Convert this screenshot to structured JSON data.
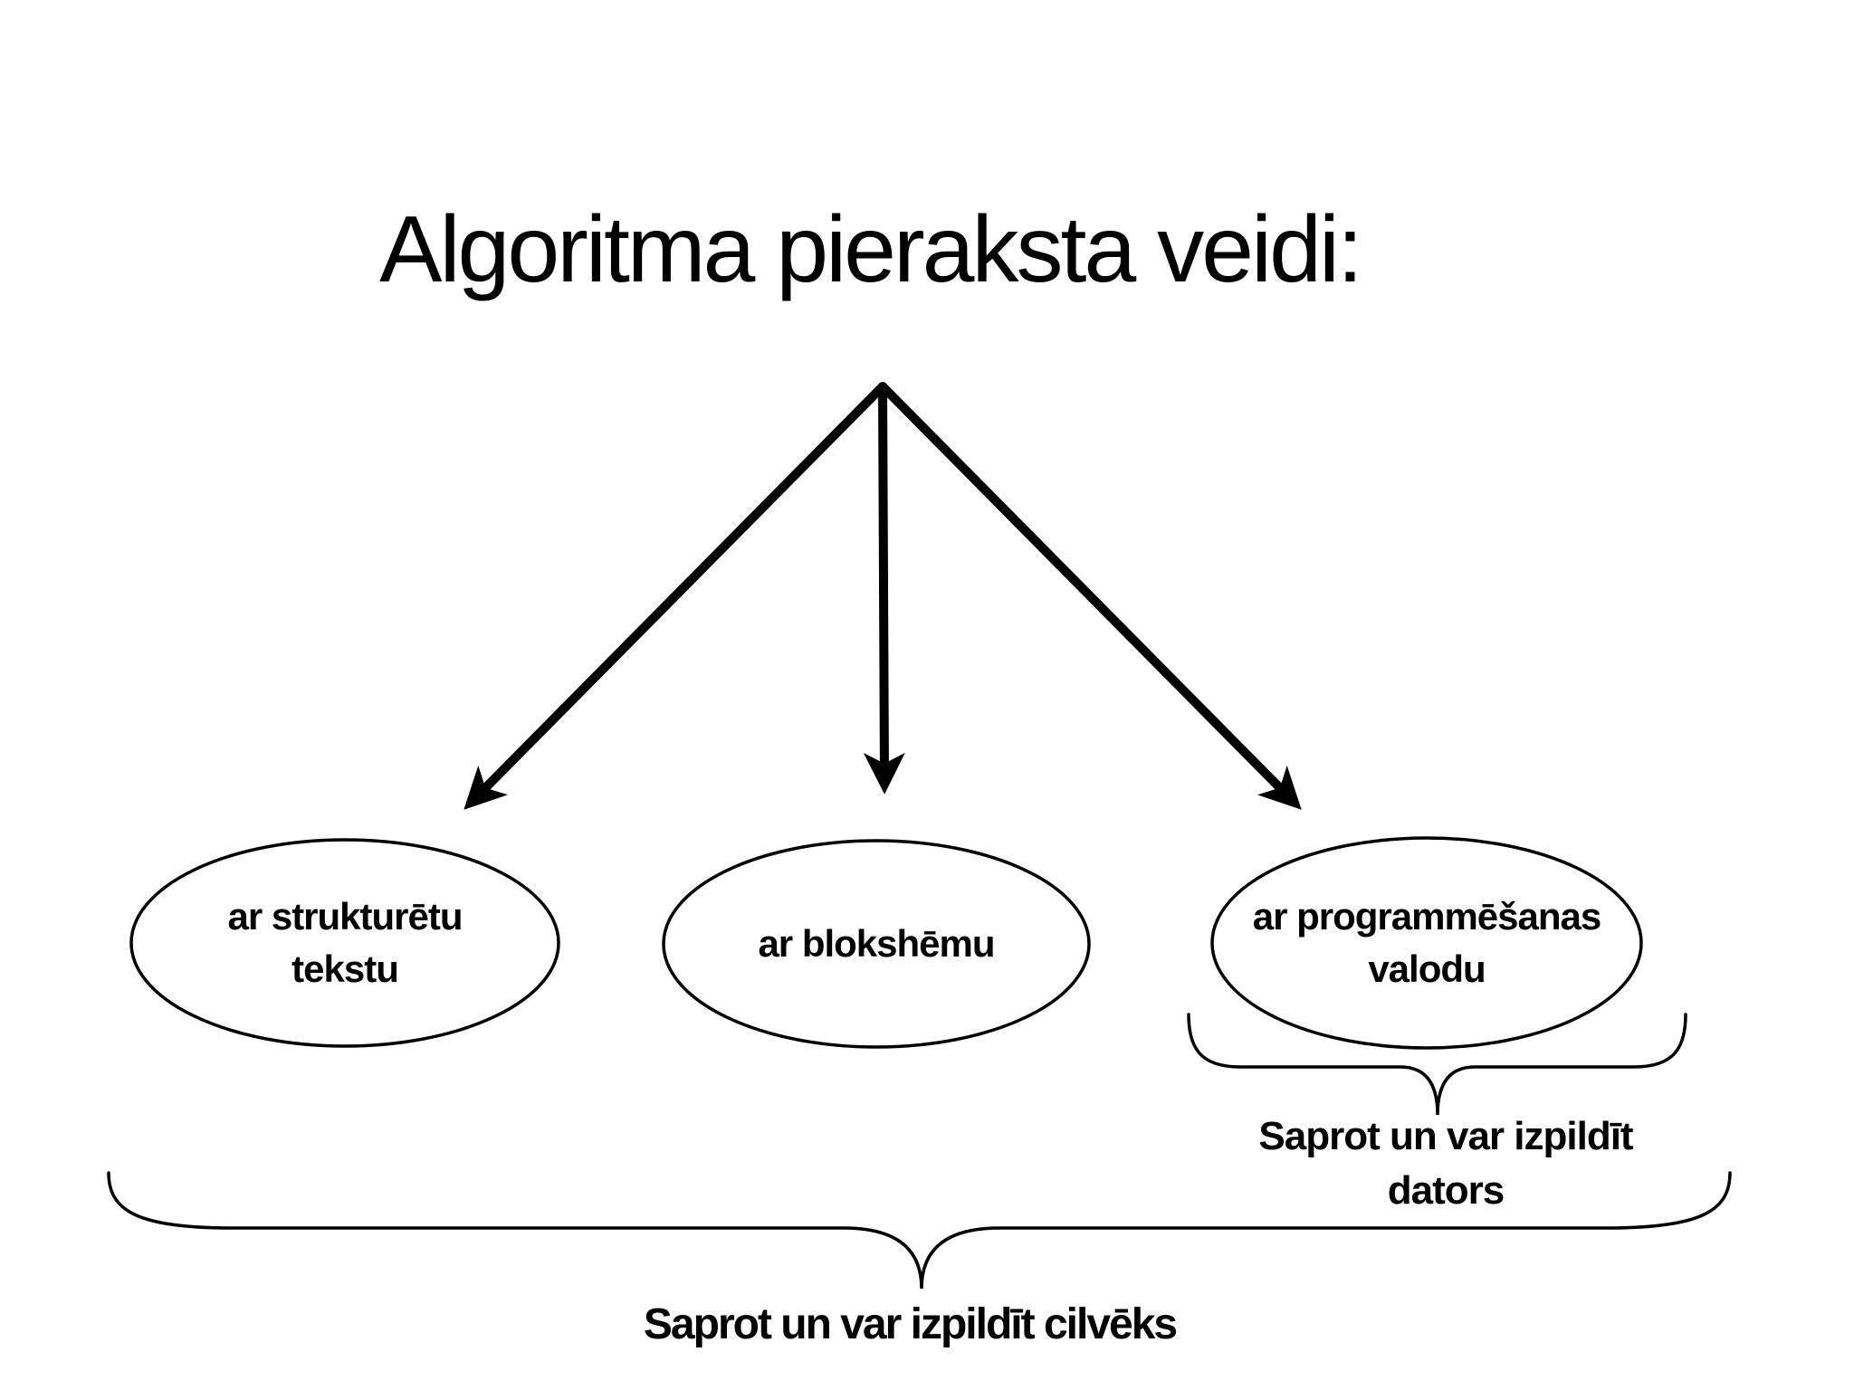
{
  "title": "Algoritma pieraksta veidi:",
  "nodes": [
    {
      "lines": [
        "ar strukturētu",
        "tekstu"
      ]
    },
    {
      "lines": [
        "ar blokshēmu"
      ]
    },
    {
      "lines": [
        "ar programmēšanas",
        "valodu"
      ]
    }
  ],
  "captions": {
    "computer": {
      "lines": [
        "Saprot un var izpildīt",
        "dators"
      ]
    },
    "human": "Saprot un var izpildīt cilvēks"
  },
  "colors": {
    "ink": "#000000",
    "background": "#ffffff"
  }
}
